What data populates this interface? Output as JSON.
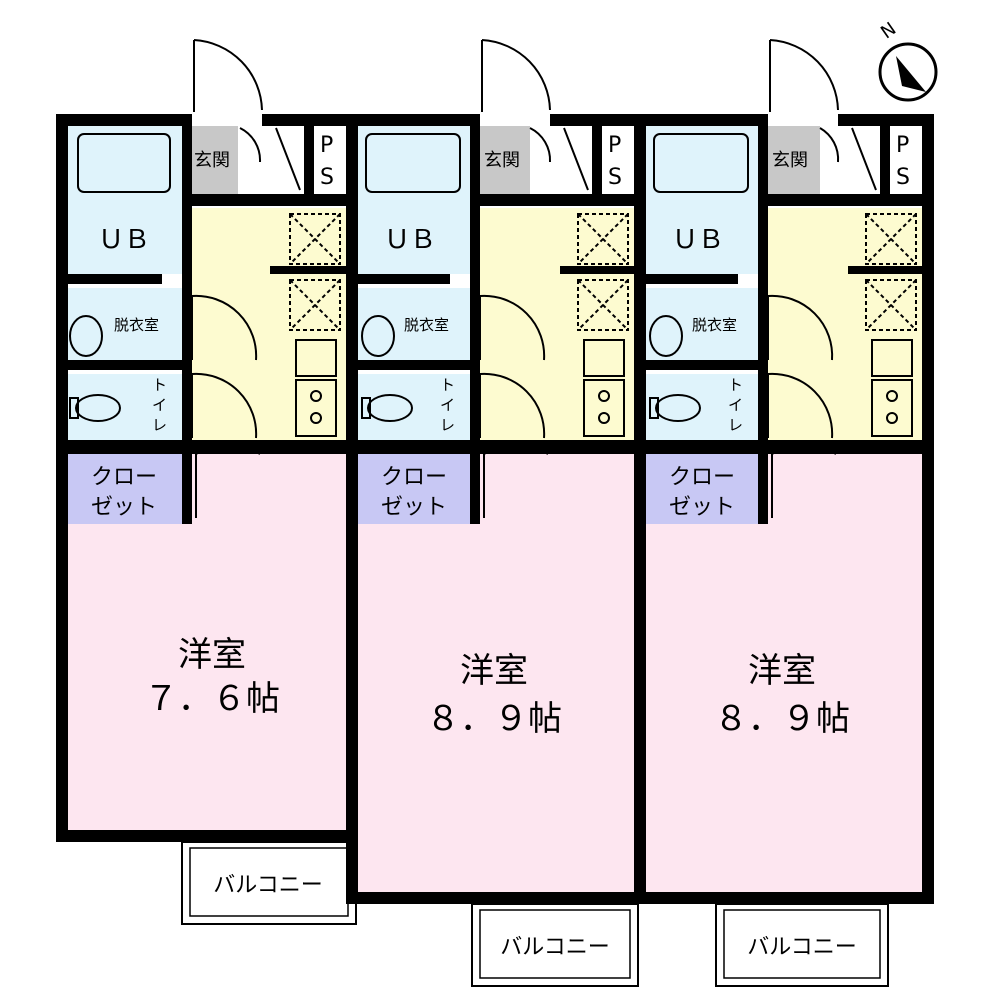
{
  "compass": {
    "label": "N",
    "icon": "north-arrow-icon"
  },
  "units": [
    {
      "entrance": "玄関",
      "ps": "PS",
      "unit_bath": "ＵＢ",
      "dressing_room": "脱衣室",
      "toilet": "トイレ",
      "closet": "クローゼット",
      "room_name": "洋室",
      "room_size": "７．６帖",
      "balcony": "バルコニー"
    },
    {
      "entrance": "玄関",
      "ps": "PS",
      "unit_bath": "ＵＢ",
      "dressing_room": "脱衣室",
      "toilet": "トイレ",
      "closet": "クローゼット",
      "room_name": "洋室",
      "room_size": "８．９帖",
      "balcony": "バルコニー"
    },
    {
      "entrance": "玄関",
      "ps": "PS",
      "unit_bath": "ＵＢ",
      "dressing_room": "脱衣室",
      "toilet": "トイレ",
      "closet": "クローゼット",
      "room_name": "洋室",
      "room_size": "８．９帖",
      "balcony": "バルコニー"
    }
  ],
  "colors": {
    "wet_area": "#dff3fb",
    "corridor": "#fdfbd0",
    "entrance": "#c8c8c8",
    "closet": "#c8c8f4",
    "room": "#fde6f0",
    "wall": "#000000"
  }
}
